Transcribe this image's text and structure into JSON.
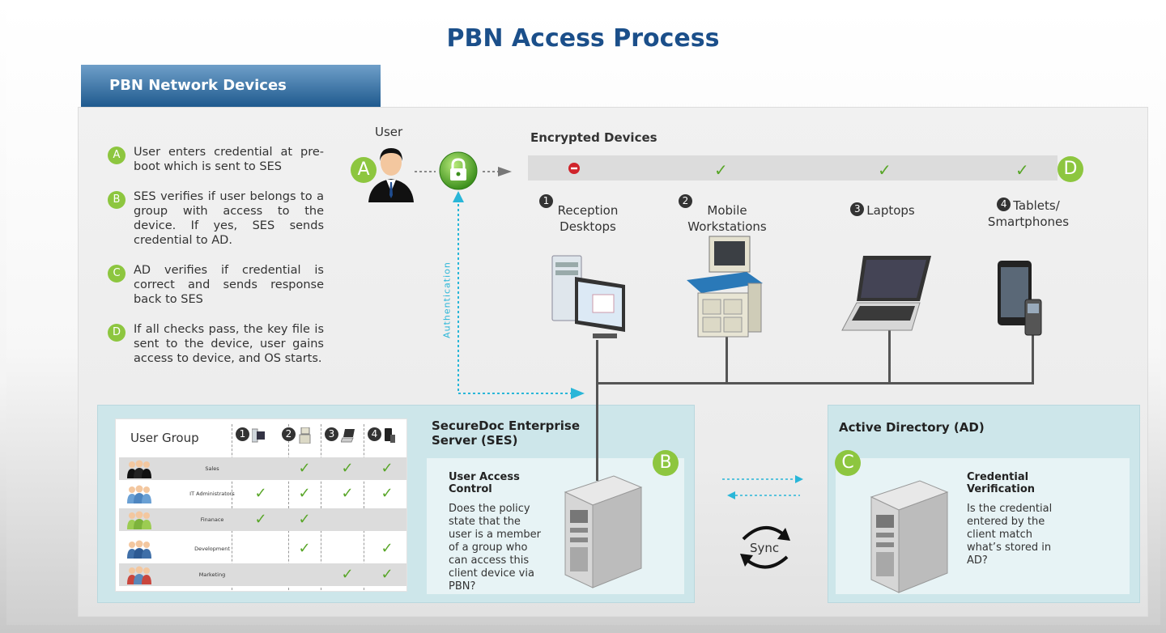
{
  "title": "PBN Access Process",
  "tab_label": "PBN Network Devices",
  "steps": [
    {
      "badge": "A",
      "text": "User enters credential at pre-boot which is sent to SES"
    },
    {
      "badge": "B",
      "text": "SES verifies if user belongs to a group with access to the device. If yes, SES sends credential to AD."
    },
    {
      "badge": "C",
      "text": "AD verifies if credential is correct and sends response back to SES"
    },
    {
      "badge": "D",
      "text": "If all checks pass, the key file is sent to the device, user gains access to device, and OS starts."
    }
  ],
  "user_label": "User",
  "user_badge": "A",
  "authentication_label": "Authentication",
  "encrypted_devices_label": "Encrypted Devices",
  "encrypted_badge": "D",
  "devices": [
    {
      "num": "1",
      "name": "Reception Desktops",
      "line1": "Reception",
      "line2": "Desktops",
      "status": "blocked"
    },
    {
      "num": "2",
      "name": "Mobile Workstations",
      "line1": "Mobile",
      "line2": "Workstations",
      "status": "allowed"
    },
    {
      "num": "3",
      "name": "Laptops",
      "line1": "Laptops",
      "line2": "",
      "status": "allowed"
    },
    {
      "num": "4",
      "name": "Tablets/ Smartphones",
      "line1": "Tablets/",
      "line2": "Smartphones",
      "status": "allowed"
    }
  ],
  "status_icons": {
    "blocked": "no-entry-icon",
    "allowed": "checkmark-icon"
  },
  "ses": {
    "title_line1": "SecureDoc Enterprise",
    "title_line2": "Server (SES)",
    "badge": "B",
    "uac_title_line1": "User Access",
    "uac_title_line2": "Control",
    "uac_body": "Does the policy state that the user is a member of a group who can access this client device via PBN?"
  },
  "ad": {
    "title": "Active Directory (AD)",
    "badge": "C",
    "cred_title_line1": "Credential",
    "cred_title_line2": "Verification",
    "cred_body": "Is the credential entered by the client match what’s stored in AD?"
  },
  "sync_label": "Sync",
  "user_group_table": {
    "header": "User Group",
    "columns": [
      "1",
      "2",
      "3",
      "4"
    ],
    "rows": [
      {
        "group": "Sales",
        "access": [
          false,
          true,
          true,
          true
        ]
      },
      {
        "group": "IT Administrators",
        "access": [
          true,
          true,
          true,
          true
        ]
      },
      {
        "group": "Finanace",
        "access": [
          true,
          true,
          false,
          false
        ]
      },
      {
        "group": "Development",
        "access": [
          false,
          true,
          false,
          true
        ]
      },
      {
        "group": "Marketing",
        "access": [
          false,
          false,
          true,
          true
        ]
      }
    ]
  },
  "colors": {
    "accent_blue": "#1b4f8a",
    "badge_green": "#8dc63f",
    "check_green": "#58a628",
    "box_teal": "#cde6ea",
    "arrow_cyan": "#29b6d8"
  }
}
